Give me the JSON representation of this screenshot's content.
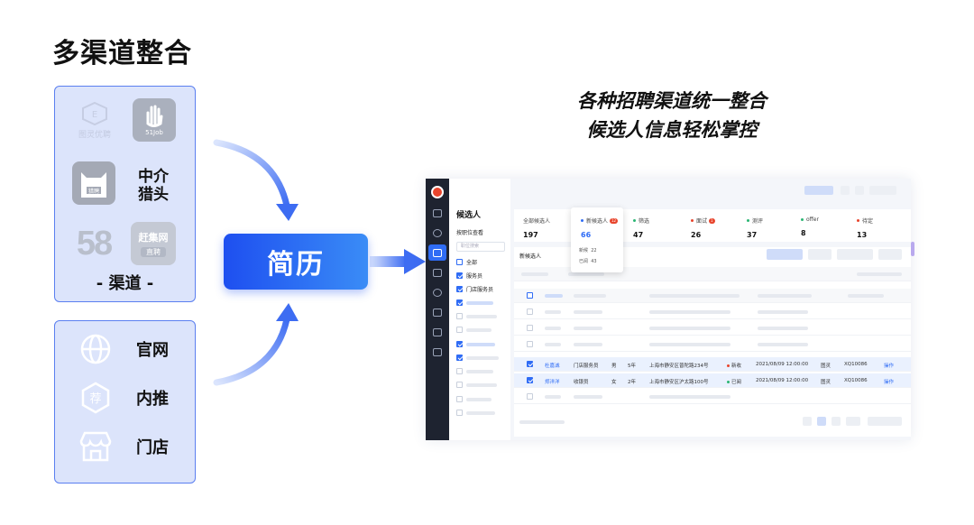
{
  "title": "多渠道整合",
  "channels": {
    "caption": "- 渠道 -",
    "tiles": [
      {
        "name": "tuling-logo",
        "text": "图灵优聘"
      },
      {
        "name": "51job-logo",
        "text": "51Job"
      },
      {
        "name": "cat-logo",
        "text": "猎聘"
      },
      {
        "name": "58-logo",
        "text": "58"
      },
      {
        "name": "ganji-logo",
        "text": "赶集网",
        "sub": "直聘"
      }
    ],
    "intermediary_label": "中介\n猎头"
  },
  "extra_channels": [
    {
      "icon": "globe-icon",
      "label": "官网"
    },
    {
      "icon": "recommend-icon",
      "glyph": "荐",
      "label": "内推"
    },
    {
      "icon": "store-icon",
      "label": "门店"
    }
  ],
  "resume_label": "简历",
  "slogan": {
    "line1": "各种招聘渠道统一整合",
    "line2": "候选人信息轻松掌控"
  },
  "app": {
    "page_title": "候选人",
    "filter_label": "按职位查看",
    "search_placeholder": "职位搜索",
    "tree": [
      {
        "label": "全部",
        "checked": false,
        "type": "minus"
      },
      {
        "label": "服务员",
        "checked": true
      },
      {
        "label": "门店服务员",
        "checked": true
      }
    ],
    "stats": [
      {
        "label": "全部候选人",
        "value": "197",
        "dot": ""
      },
      {
        "label": "新候选人",
        "value": "66",
        "dot": "#2f6cf5",
        "badge": "12"
      },
      {
        "label": "筛选",
        "value": "47",
        "dot": "#2bb673"
      },
      {
        "label": "面试",
        "value": "26",
        "dot": "#e8452d",
        "badge": "1"
      },
      {
        "label": "测评",
        "value": "37",
        "dot": "#2bb673"
      },
      {
        "label": "offer",
        "value": "8",
        "dot": "#2bb673"
      },
      {
        "label": "待定",
        "value": "13",
        "dot": "#e8452d"
      }
    ],
    "popup": [
      {
        "label": "新候",
        "value": "22"
      },
      {
        "label": "已阅",
        "value": "43"
      }
    ],
    "table_title": "新候选人",
    "rows": [
      {
        "name": "杜嘉诚",
        "position": "门店服务员",
        "gender": "男",
        "years": "5年",
        "address": "上海市静安区普陀路234号",
        "status": "新收",
        "status_color": "#e8452d",
        "date": "2021/08/09 12:00:00",
        "source": "图灵",
        "code": "XQ10086",
        "action": "操作"
      },
      {
        "name": "郑洋洋",
        "position": "收银员",
        "gender": "女",
        "years": "2年",
        "address": "上海市静安区沪太路100号",
        "status": "已阅",
        "status_color": "#2bb673",
        "date": "2021/08/09 12:00:00",
        "source": "图灵",
        "code": "XQ10086",
        "action": "操作"
      }
    ]
  },
  "colors": {
    "accent": "#2f6cf5",
    "panel_bg": "#dce4fb",
    "panel_border": "#5b7ff0"
  }
}
